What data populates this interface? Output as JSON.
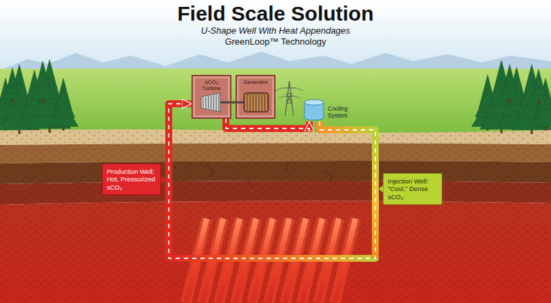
{
  "diagram": {
    "title": "Field Scale Solution",
    "nodes": [
      {
        "text": [
          "sCO₂ Turbine"
        ]
      },
      {
        "text": [
          "Generator"
        ]
      },
      {
        "text": [
          "Cooling System"
        ]
      },
      {
        "text": [
          "Production Well: Hot, Pressurized sCO₂"
        ]
      },
      {
        "text": [
          "Injection Well: “Cool,” Dense sCO₂"
        ]
      }
    ],
    "edges": [
      {
        "from": 0,
        "to": 1,
        "arrow": "none"
      },
      {
        "from": 0,
        "to": 2,
        "arrow": "to"
      },
      {
        "from": 2,
        "to": 0,
        "arrow": "to"
      }
    ],
    "labels": [
      "U-Shape Well With Heat Appendages",
      "GreenLoop™ Technology"
    ]
  }
}
